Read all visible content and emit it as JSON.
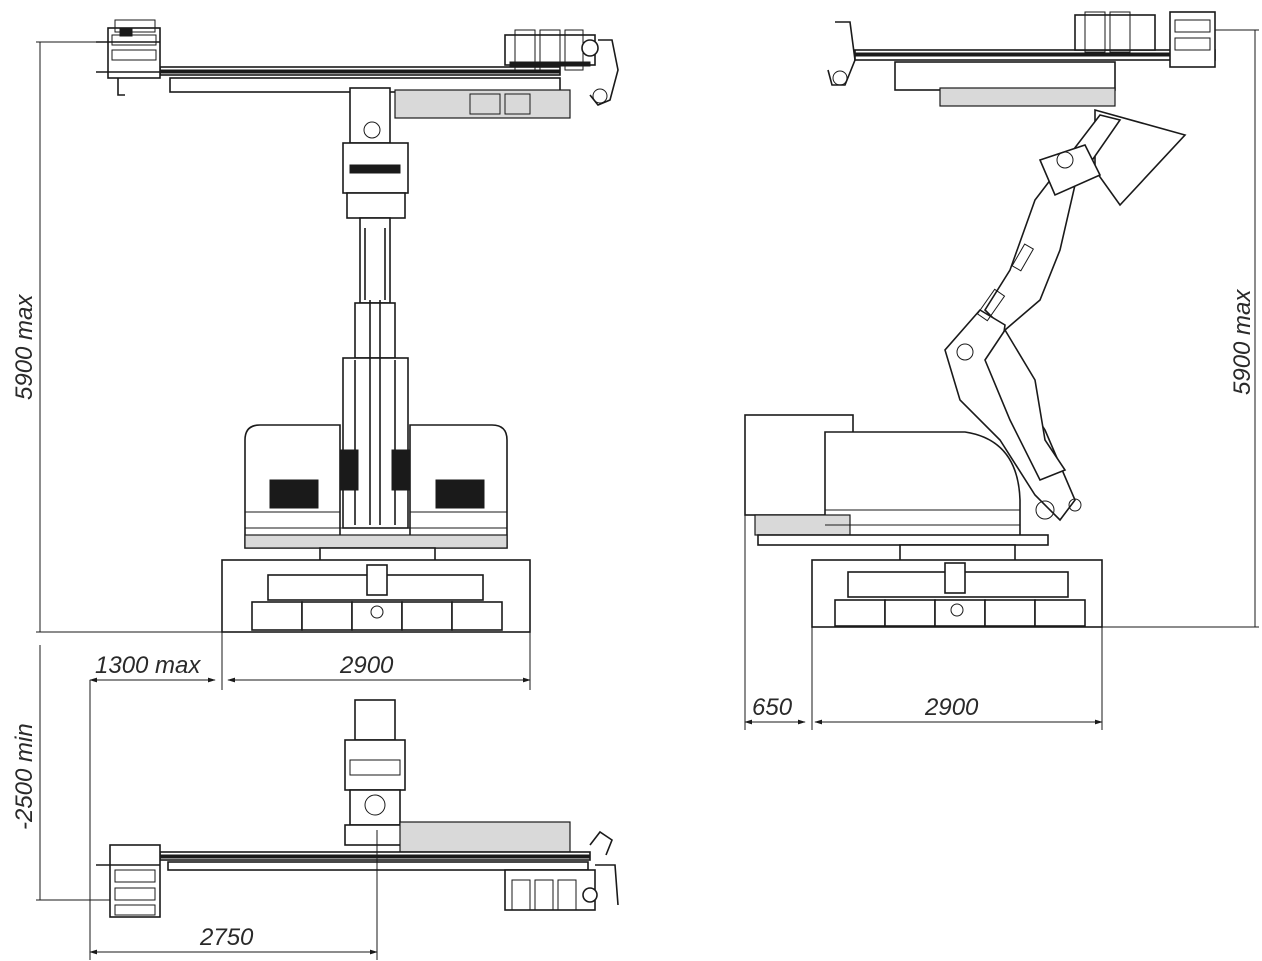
{
  "dimensions": {
    "front_height": "5900 max",
    "front_reach": "1300 max",
    "front_base_width": "2900",
    "bottom_depth": "-2500 min",
    "bottom_reach": "2750",
    "side_height": "5900 max",
    "side_offset": "650",
    "side_base_width": "2900"
  }
}
